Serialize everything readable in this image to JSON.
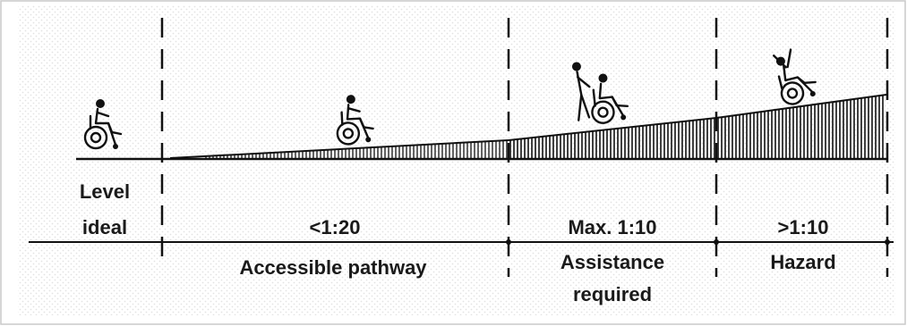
{
  "diagram": {
    "colors": {
      "background": "#ffffff",
      "stipple": "#e8e8e8",
      "ink": "#111111",
      "border": "#c8c8c8"
    },
    "sections": [
      {
        "id": "level",
        "top_label": "Level",
        "ratio": "ideal",
        "caption_lines": []
      },
      {
        "id": "accessible",
        "top_label": "",
        "ratio": "<1:20",
        "caption_lines": [
          "Accessible pathway"
        ]
      },
      {
        "id": "assistance",
        "top_label": "",
        "ratio": "Max. 1:10",
        "caption_lines": [
          "Assistance",
          "required"
        ]
      },
      {
        "id": "hazard",
        "top_label": "",
        "ratio": ">1:10",
        "caption_lines": [
          "Hazard"
        ]
      }
    ],
    "icons": [
      {
        "name": "wheelchair-user-icon",
        "section": "level"
      },
      {
        "name": "wheelchair-user-icon",
        "section": "accessible"
      },
      {
        "name": "wheelchair-with-assistant-icon",
        "section": "assistance"
      },
      {
        "name": "wheelchair-tipping-icon",
        "section": "hazard"
      }
    ]
  }
}
